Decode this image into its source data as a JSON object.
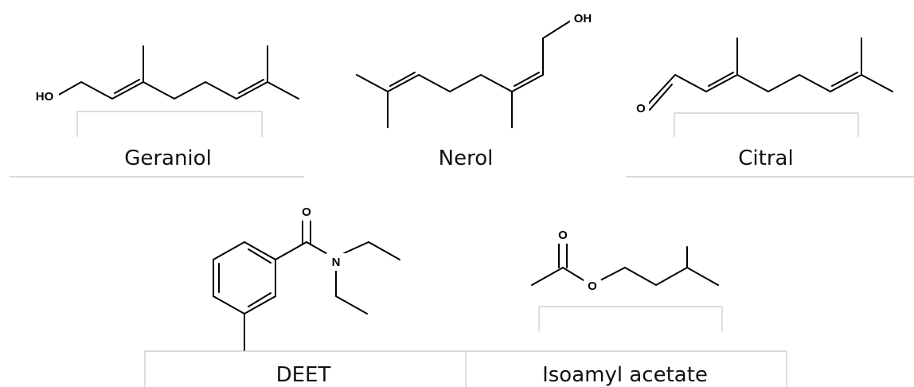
{
  "molecules": [
    {
      "id": "geraniol",
      "caption": "Geraniol",
      "atoms": [
        "HO"
      ]
    },
    {
      "id": "nerol",
      "caption": "Nerol",
      "atoms": [
        "OH"
      ]
    },
    {
      "id": "citral",
      "caption": "Citral",
      "atoms": [
        "O"
      ]
    },
    {
      "id": "deet",
      "caption": "DEET",
      "atoms": [
        "O",
        "N"
      ]
    },
    {
      "id": "isoamyl-acetate",
      "caption": "Isoamyl acetate",
      "atoms": [
        "O",
        "O"
      ]
    }
  ]
}
